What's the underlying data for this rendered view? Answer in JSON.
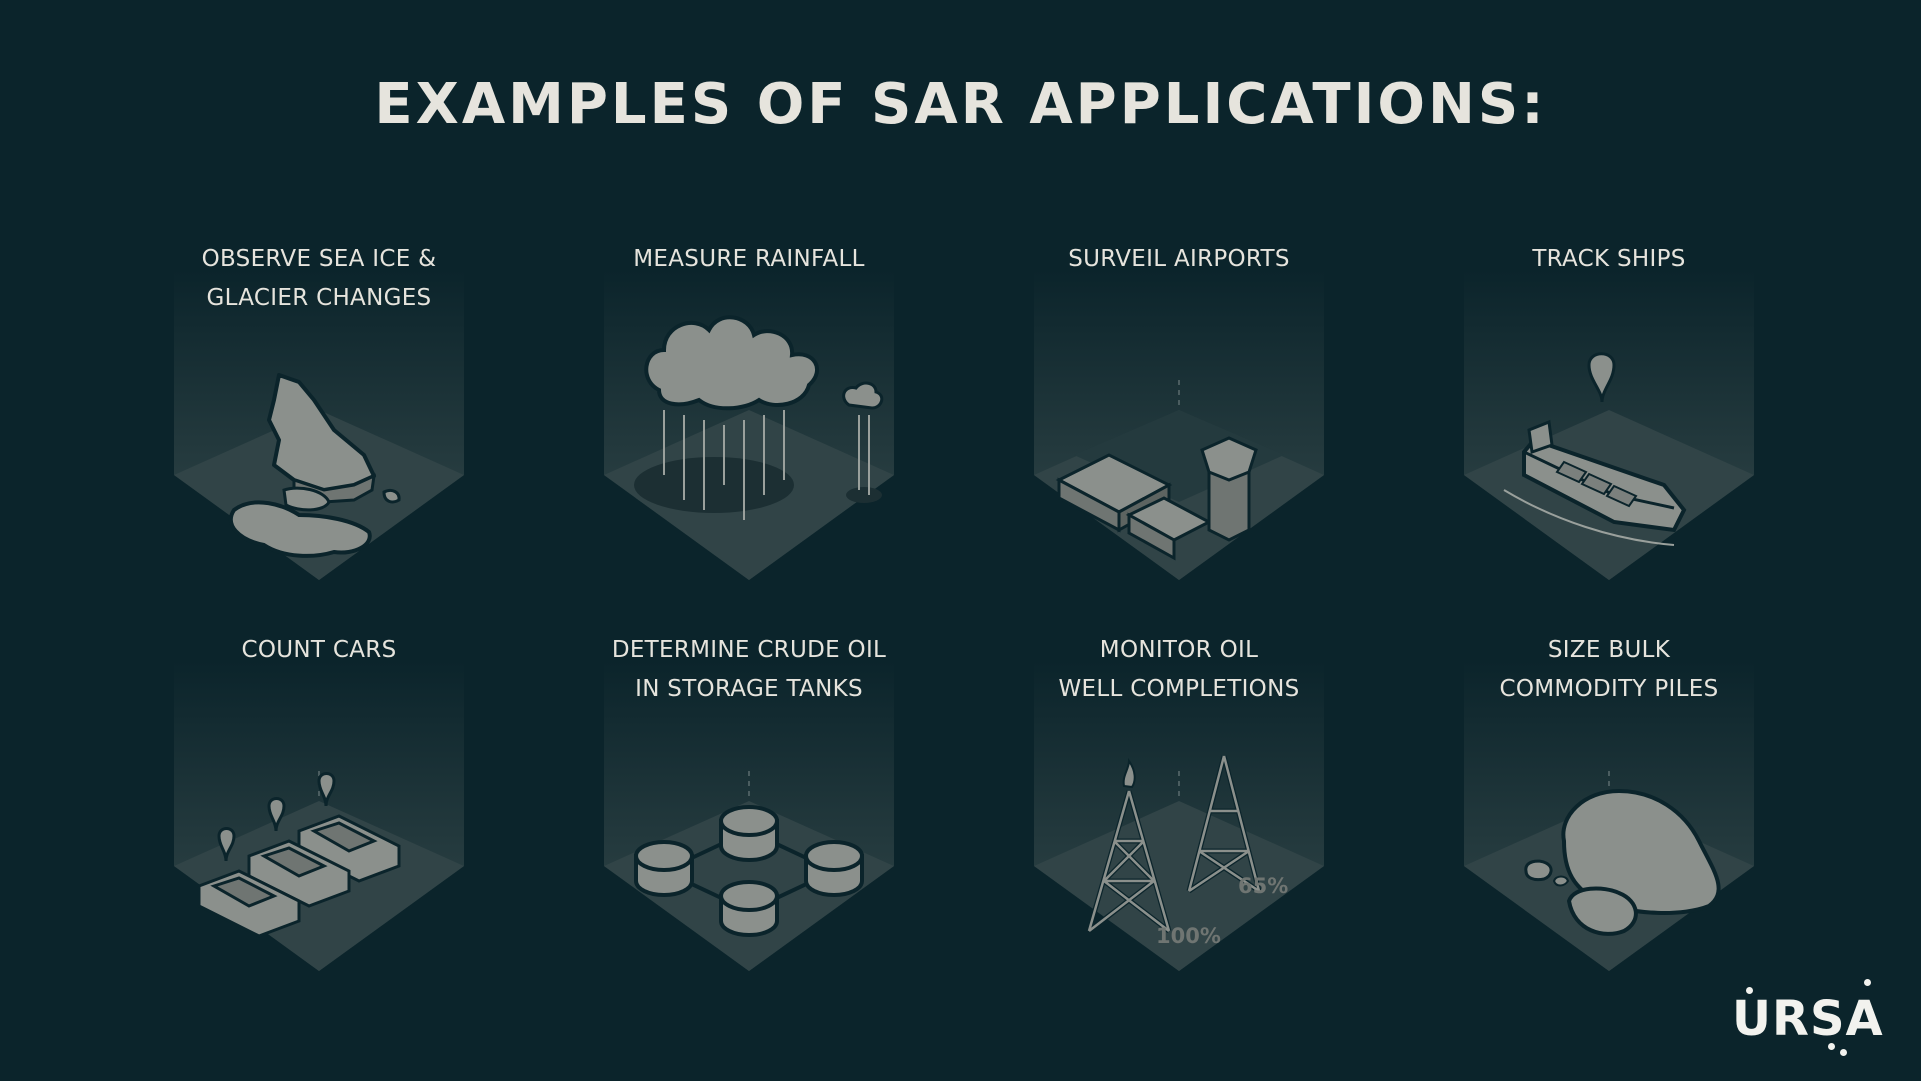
{
  "title": "EXAMPLES OF SAR APPLICATIONS:",
  "colors": {
    "background": "#0b242b",
    "text": "#e6e4dd",
    "panel": "#2b3f42",
    "illustration_fill": "#8a8f8b",
    "illustration_outline": "#0b242b"
  },
  "applications": [
    {
      "label": "OBSERVE SEA ICE &\nGLACIER CHANGES",
      "icon": "sea-ice-glacier-icon"
    },
    {
      "label": "MEASURE RAINFALL",
      "icon": "rain-cloud-icon"
    },
    {
      "label": "SURVEIL AIRPORTS",
      "icon": "airport-tower-icon"
    },
    {
      "label": "TRACK SHIPS",
      "icon": "ship-icon"
    },
    {
      "label": "COUNT CARS",
      "icon": "cars-icon"
    },
    {
      "label": "DETERMINE CRUDE OIL\nIN STORAGE TANKS",
      "icon": "storage-tanks-icon"
    },
    {
      "label": "MONITOR OIL\nWELL COMPLETIONS",
      "icon": "oil-wells-icon",
      "values": [
        "65%",
        "100%"
      ]
    },
    {
      "label": "SIZE BULK\nCOMMODITY PILES",
      "icon": "commodity-pile-icon"
    }
  ],
  "logo": "URSA"
}
